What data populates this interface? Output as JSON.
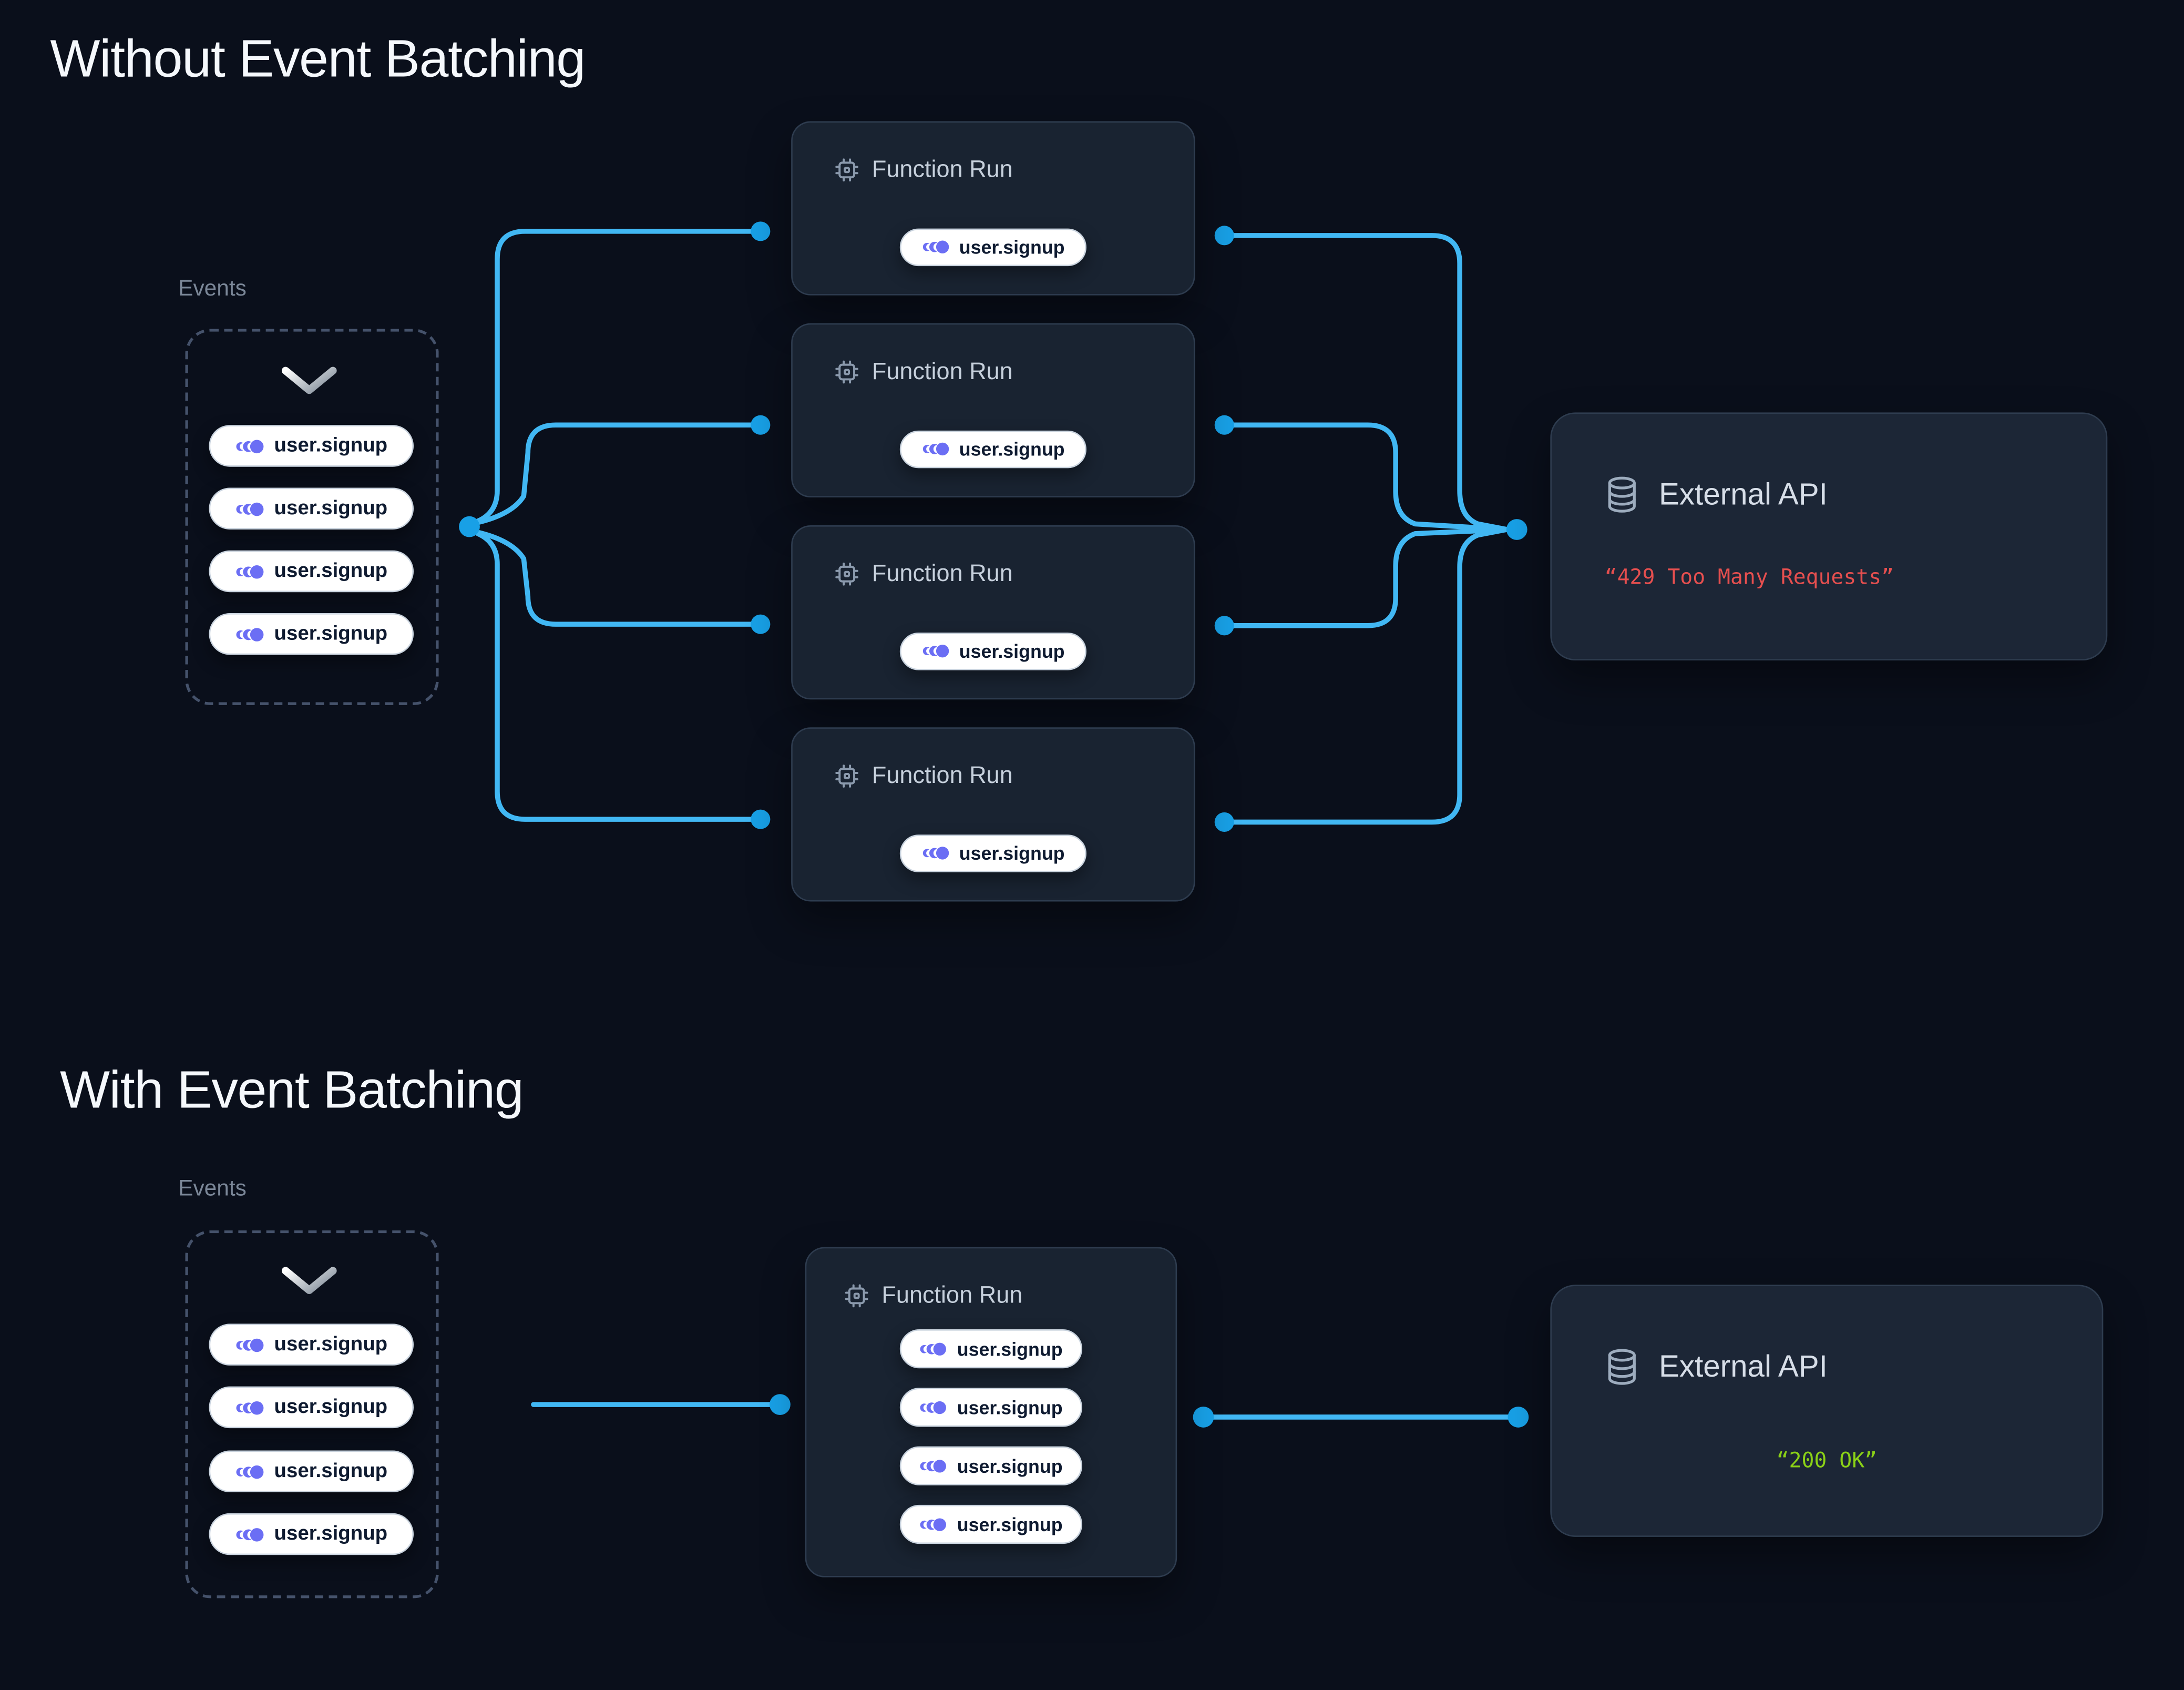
{
  "palette": {
    "background": "#0a0f1b",
    "card_background": "#192331",
    "external_card_background": "#1c2636",
    "card_border": "#2e3c4f",
    "connector_line": "#41b7f3",
    "connector_dot": "#18a0e6",
    "event_icon_purple": "#6b6ef4",
    "pill_text": "#0f1b31",
    "error_red": "#e64f4f",
    "success_green": "#8bd117"
  },
  "icons": {
    "event": "event-stream-icon",
    "function_run": "cpu-icon",
    "external_api": "database-icon",
    "events_flow": "chevron-down-icon"
  },
  "sections": [
    {
      "title": "Without Event Batching",
      "events": {
        "label": "Events",
        "pills": [
          "user.signup",
          "user.signup",
          "user.signup",
          "user.signup"
        ]
      },
      "function_runs": [
        {
          "title": "Function Run",
          "pills": [
            "user.signup"
          ]
        },
        {
          "title": "Function Run",
          "pills": [
            "user.signup"
          ]
        },
        {
          "title": "Function Run",
          "pills": [
            "user.signup"
          ]
        },
        {
          "title": "Function Run",
          "pills": [
            "user.signup"
          ]
        }
      ],
      "external_api": {
        "title": "External API",
        "status": "“429 Too Many Requests”",
        "status_color": "#e64f4f"
      }
    },
    {
      "title": "With Event Batching",
      "events": {
        "label": "Events",
        "pills": [
          "user.signup",
          "user.signup",
          "user.signup",
          "user.signup"
        ]
      },
      "function_runs": [
        {
          "title": "Function Run",
          "pills": [
            "user.signup",
            "user.signup",
            "user.signup",
            "user.signup"
          ]
        }
      ],
      "external_api": {
        "title": "External API",
        "status": "“200 OK”",
        "status_color": "#8bd117"
      }
    }
  ]
}
